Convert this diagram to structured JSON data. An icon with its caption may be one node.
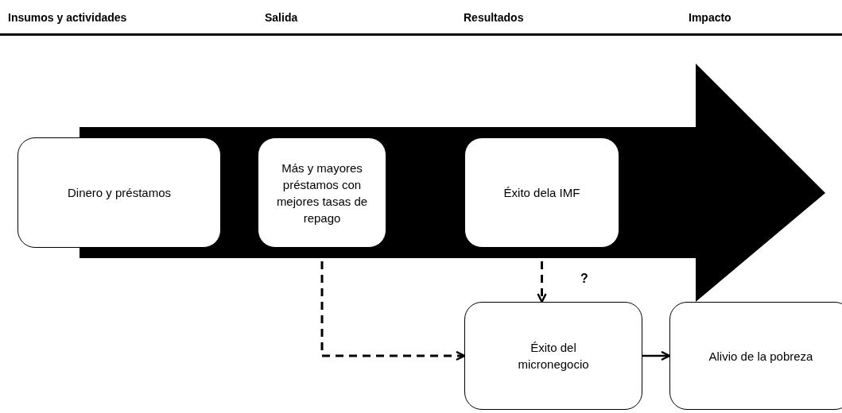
{
  "diagram": {
    "nodes": [
      {
        "text": [
          "Dinero y préstamos"
        ]
      },
      {
        "text": [
          "Más y mayores préstamos con mejores tasas de repago"
        ]
      },
      {
        "text": [
          "Éxito dela IMF"
        ]
      },
      {
        "text": [
          "Éxito del micronegocio"
        ]
      },
      {
        "text": [
          "Alivio de la pobreza"
        ]
      }
    ],
    "edges": [
      {
        "from": 1,
        "to": 3,
        "arrow": "to",
        "style": "dashed"
      },
      {
        "from": 2,
        "to": 3,
        "arrow": "to",
        "style": "dashed",
        "label": "?"
      },
      {
        "from": 3,
        "to": 4,
        "arrow": "to"
      }
    ],
    "labels": [
      "Insumos y actividades",
      "Salida",
      "Resultados",
      "Impacto"
    ]
  }
}
